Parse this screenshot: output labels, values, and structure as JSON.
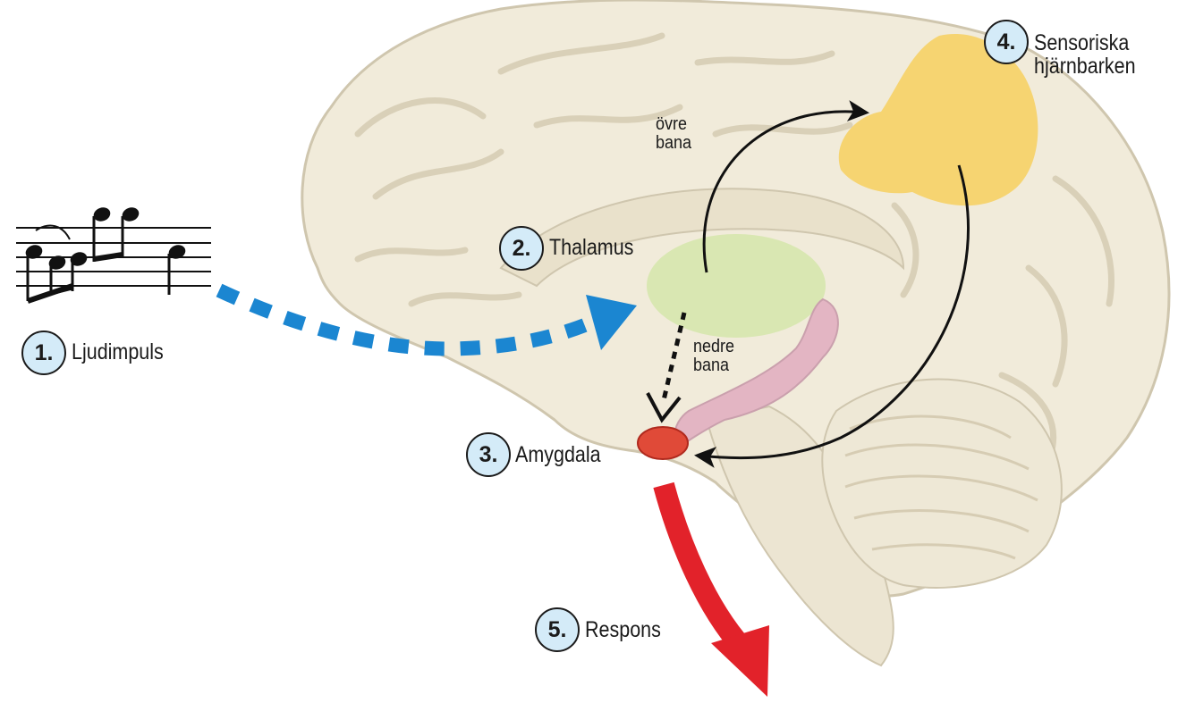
{
  "steps": [
    {
      "num": "1.",
      "label": "Ljudimpuls"
    },
    {
      "num": "2.",
      "label": "Thalamus"
    },
    {
      "num": "3.",
      "label": "Amygdala"
    },
    {
      "num": "4.",
      "label": "Sensoriska\nhjärnbarken"
    },
    {
      "num": "5.",
      "label": "Respons"
    }
  ],
  "paths": {
    "upper": "övre\nbana",
    "lower": "nedre\nbana"
  },
  "colors": {
    "brain": "#f1ebda",
    "brain_outline": "#cfc6ae",
    "thalamus": "#d9e7b2",
    "amygdala": "#e04a38",
    "hippocampus": "#e3b5c3",
    "cortex": "#f6d36c",
    "sound_arrow": "#1b86d1",
    "response_arrow": "#e2222a",
    "badge_fill": "#d4ebf8"
  }
}
